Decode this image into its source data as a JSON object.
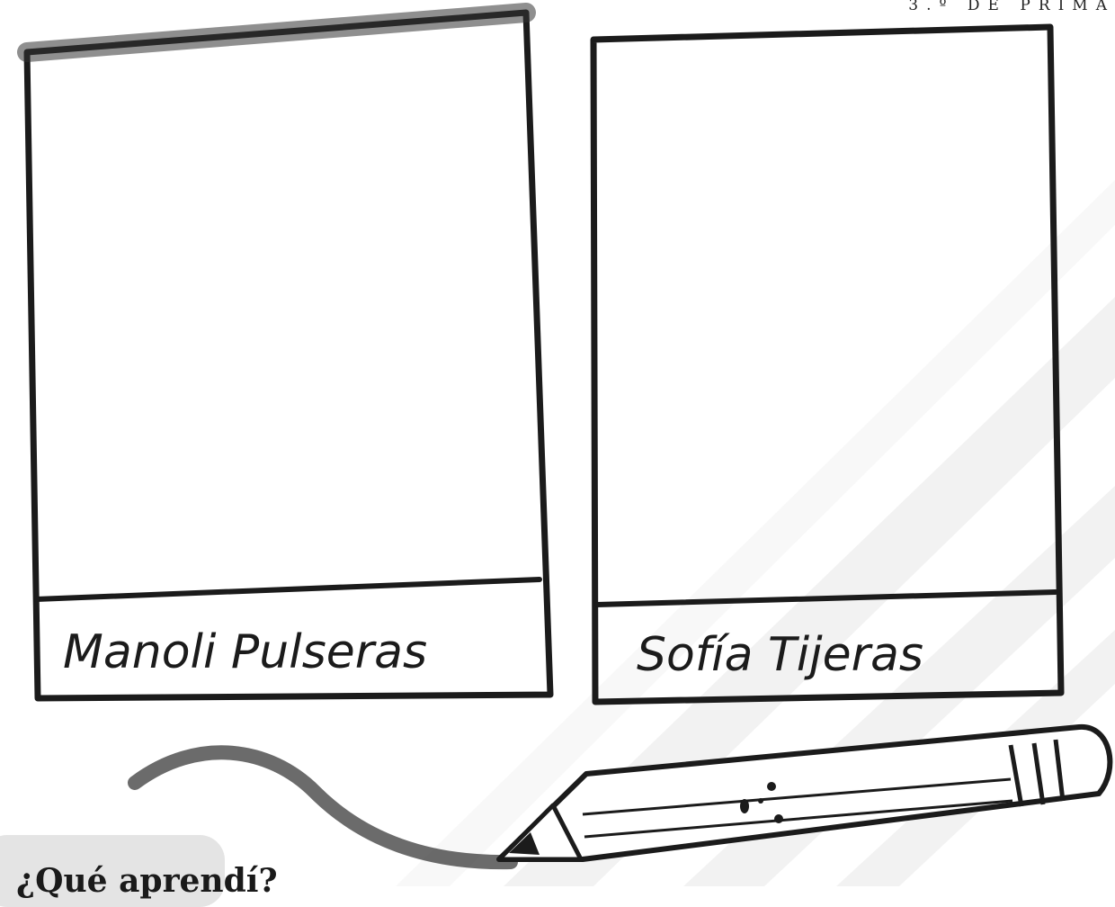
{
  "header": {
    "grade_label": "3.º DE PRIMA"
  },
  "cards": [
    {
      "name": "Manoli Pulseras"
    },
    {
      "name": "Sofía Tijeras"
    }
  ],
  "section": {
    "title": "¿Qué aprendí?"
  },
  "colors": {
    "ink": "#1b1b1b",
    "pill": "#e4e4e4",
    "watermark": "#f1f1f1"
  },
  "icons": [
    "pencil-icon"
  ]
}
